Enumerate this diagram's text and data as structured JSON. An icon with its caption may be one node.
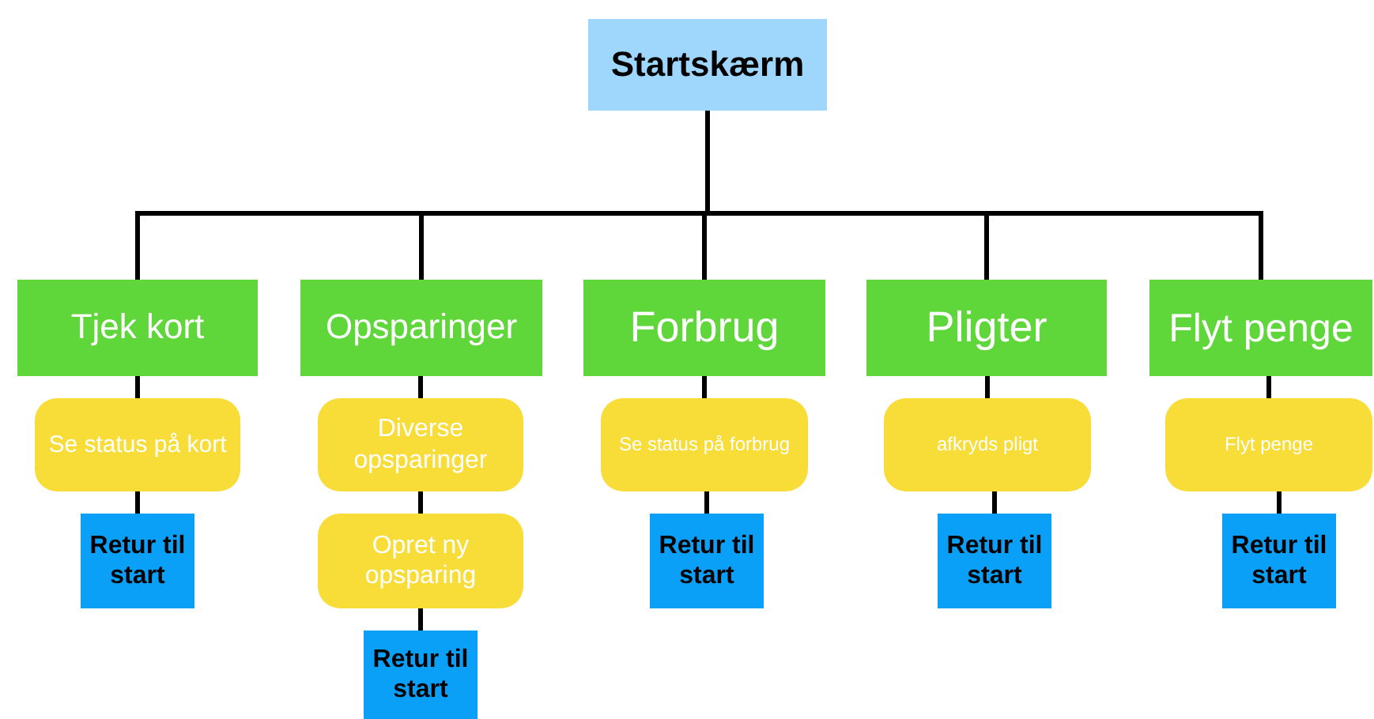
{
  "diagram": {
    "nodes": [
      {
        "text": [
          "Startskærm"
        ]
      },
      {
        "text": [
          "Tjek kort"
        ]
      },
      {
        "text": [
          "Opsparinger"
        ]
      },
      {
        "text": [
          "Forbrug"
        ]
      },
      {
        "text": [
          "Pligter"
        ]
      },
      {
        "text": [
          "Flyt penge"
        ]
      },
      {
        "text": [
          "Se status på kort"
        ]
      },
      {
        "text": [
          "Diverse opsparinger"
        ]
      },
      {
        "text": [
          "Opret ny opsparing"
        ]
      },
      {
        "text": [
          "Se status på forbrug"
        ]
      },
      {
        "text": [
          "afkryds pligt"
        ]
      },
      {
        "text": [
          "Flyt penge"
        ]
      },
      {
        "text": [
          "Retur til start"
        ]
      },
      {
        "text": [
          "Retur til start"
        ]
      },
      {
        "text": [
          "Retur til start"
        ]
      },
      {
        "text": [
          "Retur til start"
        ]
      },
      {
        "text": [
          "Retur til start"
        ]
      }
    ],
    "edges": [
      {
        "from": 0,
        "to": 1,
        "arrow": "none"
      },
      {
        "from": 0,
        "to": 2,
        "arrow": "none"
      },
      {
        "from": 0,
        "to": 3,
        "arrow": "none"
      },
      {
        "from": 0,
        "to": 4,
        "arrow": "none"
      },
      {
        "from": 0,
        "to": 5,
        "arrow": "none"
      },
      {
        "from": 1,
        "to": 6,
        "arrow": "none"
      },
      {
        "from": 2,
        "to": 7,
        "arrow": "none"
      },
      {
        "from": 3,
        "to": 9,
        "arrow": "none"
      },
      {
        "from": 4,
        "to": 10,
        "arrow": "none"
      },
      {
        "from": 5,
        "to": 11,
        "arrow": "none"
      },
      {
        "from": 6,
        "to": 12,
        "arrow": "none"
      },
      {
        "from": 7,
        "to": 8,
        "arrow": "none"
      },
      {
        "from": 8,
        "to": 13,
        "arrow": "none"
      },
      {
        "from": 9,
        "to": 14,
        "arrow": "none"
      },
      {
        "from": 10,
        "to": 15,
        "arrow": "none"
      },
      {
        "from": 11,
        "to": 16,
        "arrow": "none"
      }
    ]
  }
}
